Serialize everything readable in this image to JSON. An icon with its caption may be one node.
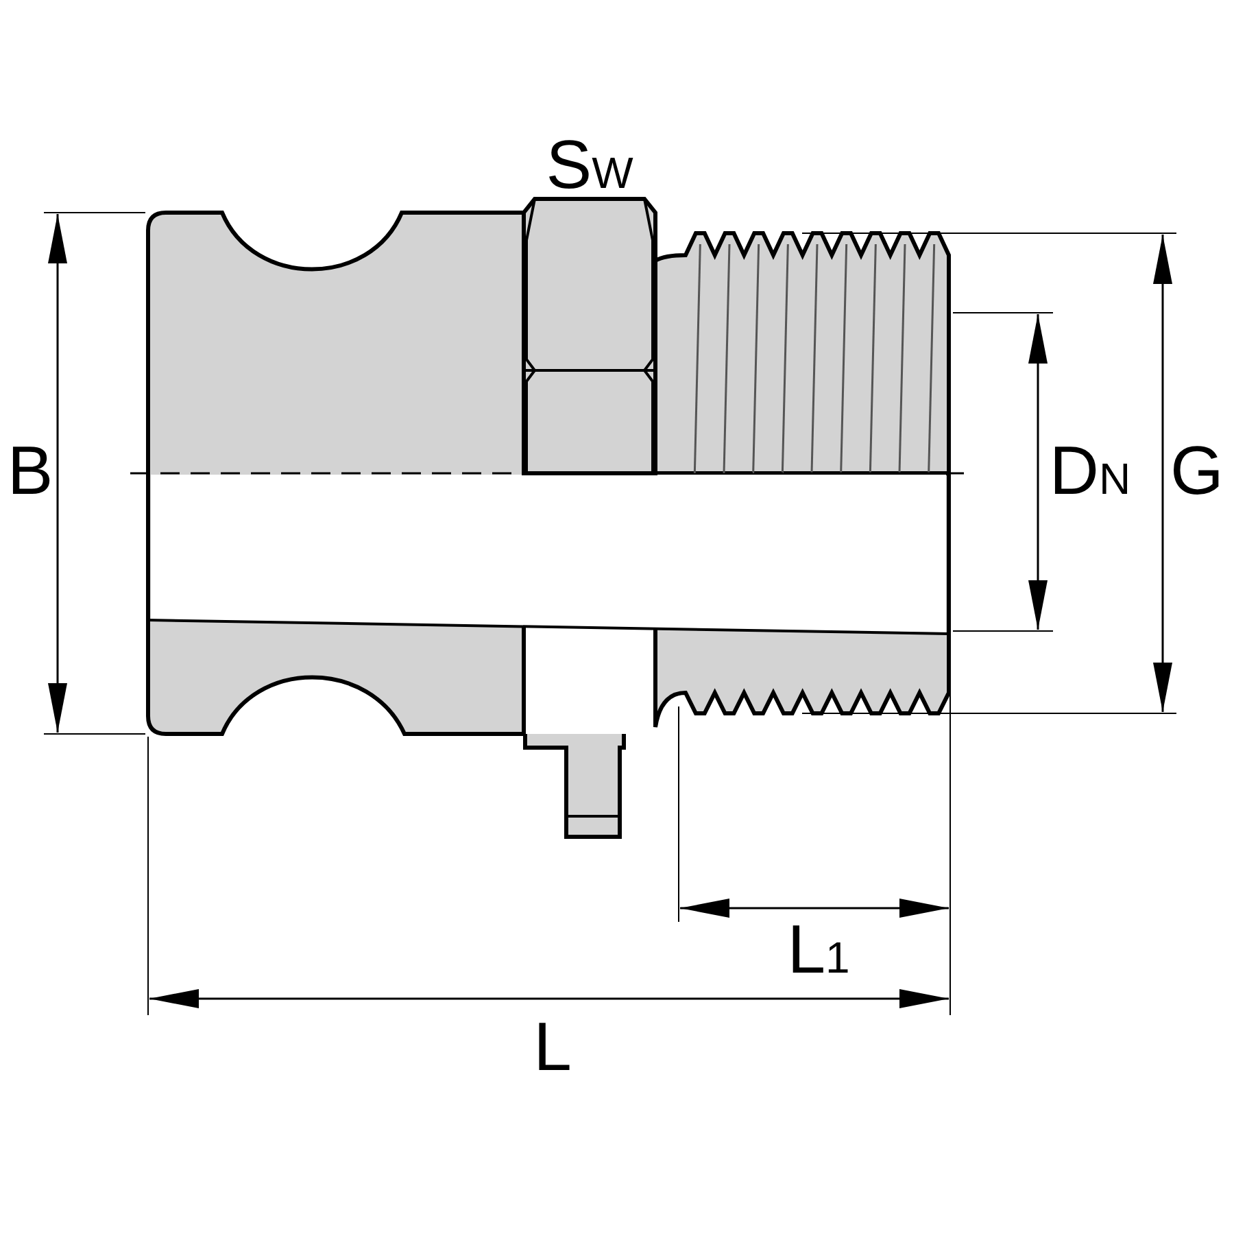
{
  "diagram": {
    "labels": [
      "S$_{W}$",
      "B",
      "D$_{N}$",
      "G",
      "L$_{1}$",
      "L"
    ]
  }
}
